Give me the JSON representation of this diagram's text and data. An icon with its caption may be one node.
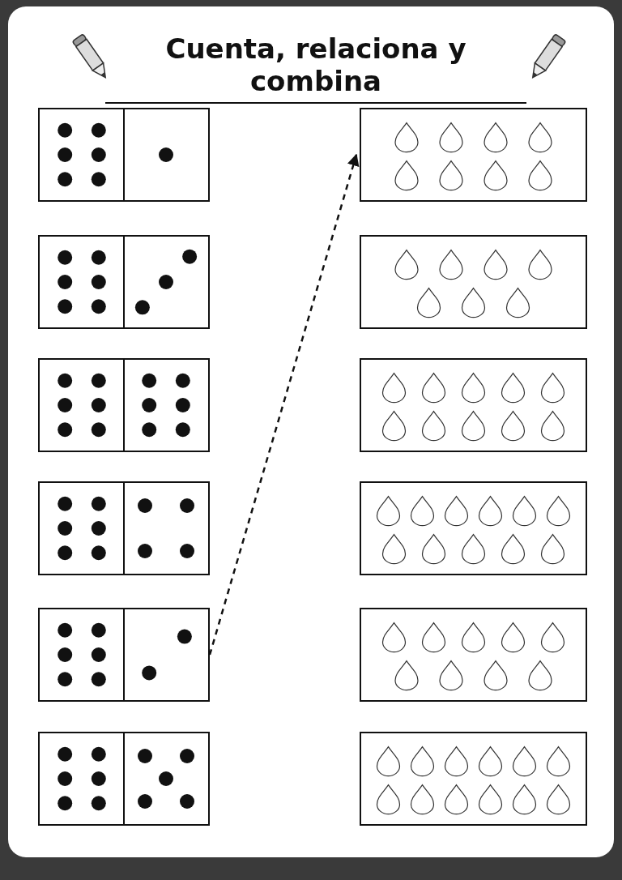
{
  "diagram": {
    "title": "Cuenta, relaciona y combina",
    "nodes": [
      {
        "text": [],
        "shape": "picture"
      },
      {
        "text": [],
        "shape": "picture"
      },
      {
        "text": [],
        "shape": "picture"
      },
      {
        "text": [],
        "shape": "picture"
      },
      {
        "text": [],
        "shape": "picture"
      },
      {
        "text": [],
        "shape": "picture"
      },
      {
        "text": [],
        "shape": "picture"
      },
      {
        "text": [],
        "shape": "picture"
      },
      {
        "text": [],
        "shape": "picture"
      },
      {
        "text": [],
        "shape": "picture"
      },
      {
        "text": [],
        "shape": "picture"
      },
      {
        "text": [],
        "shape": "picture"
      }
    ],
    "edges": [
      {
        "from": 4,
        "to": 6,
        "arrow": "to",
        "style": "dashed"
      }
    ]
  }
}
